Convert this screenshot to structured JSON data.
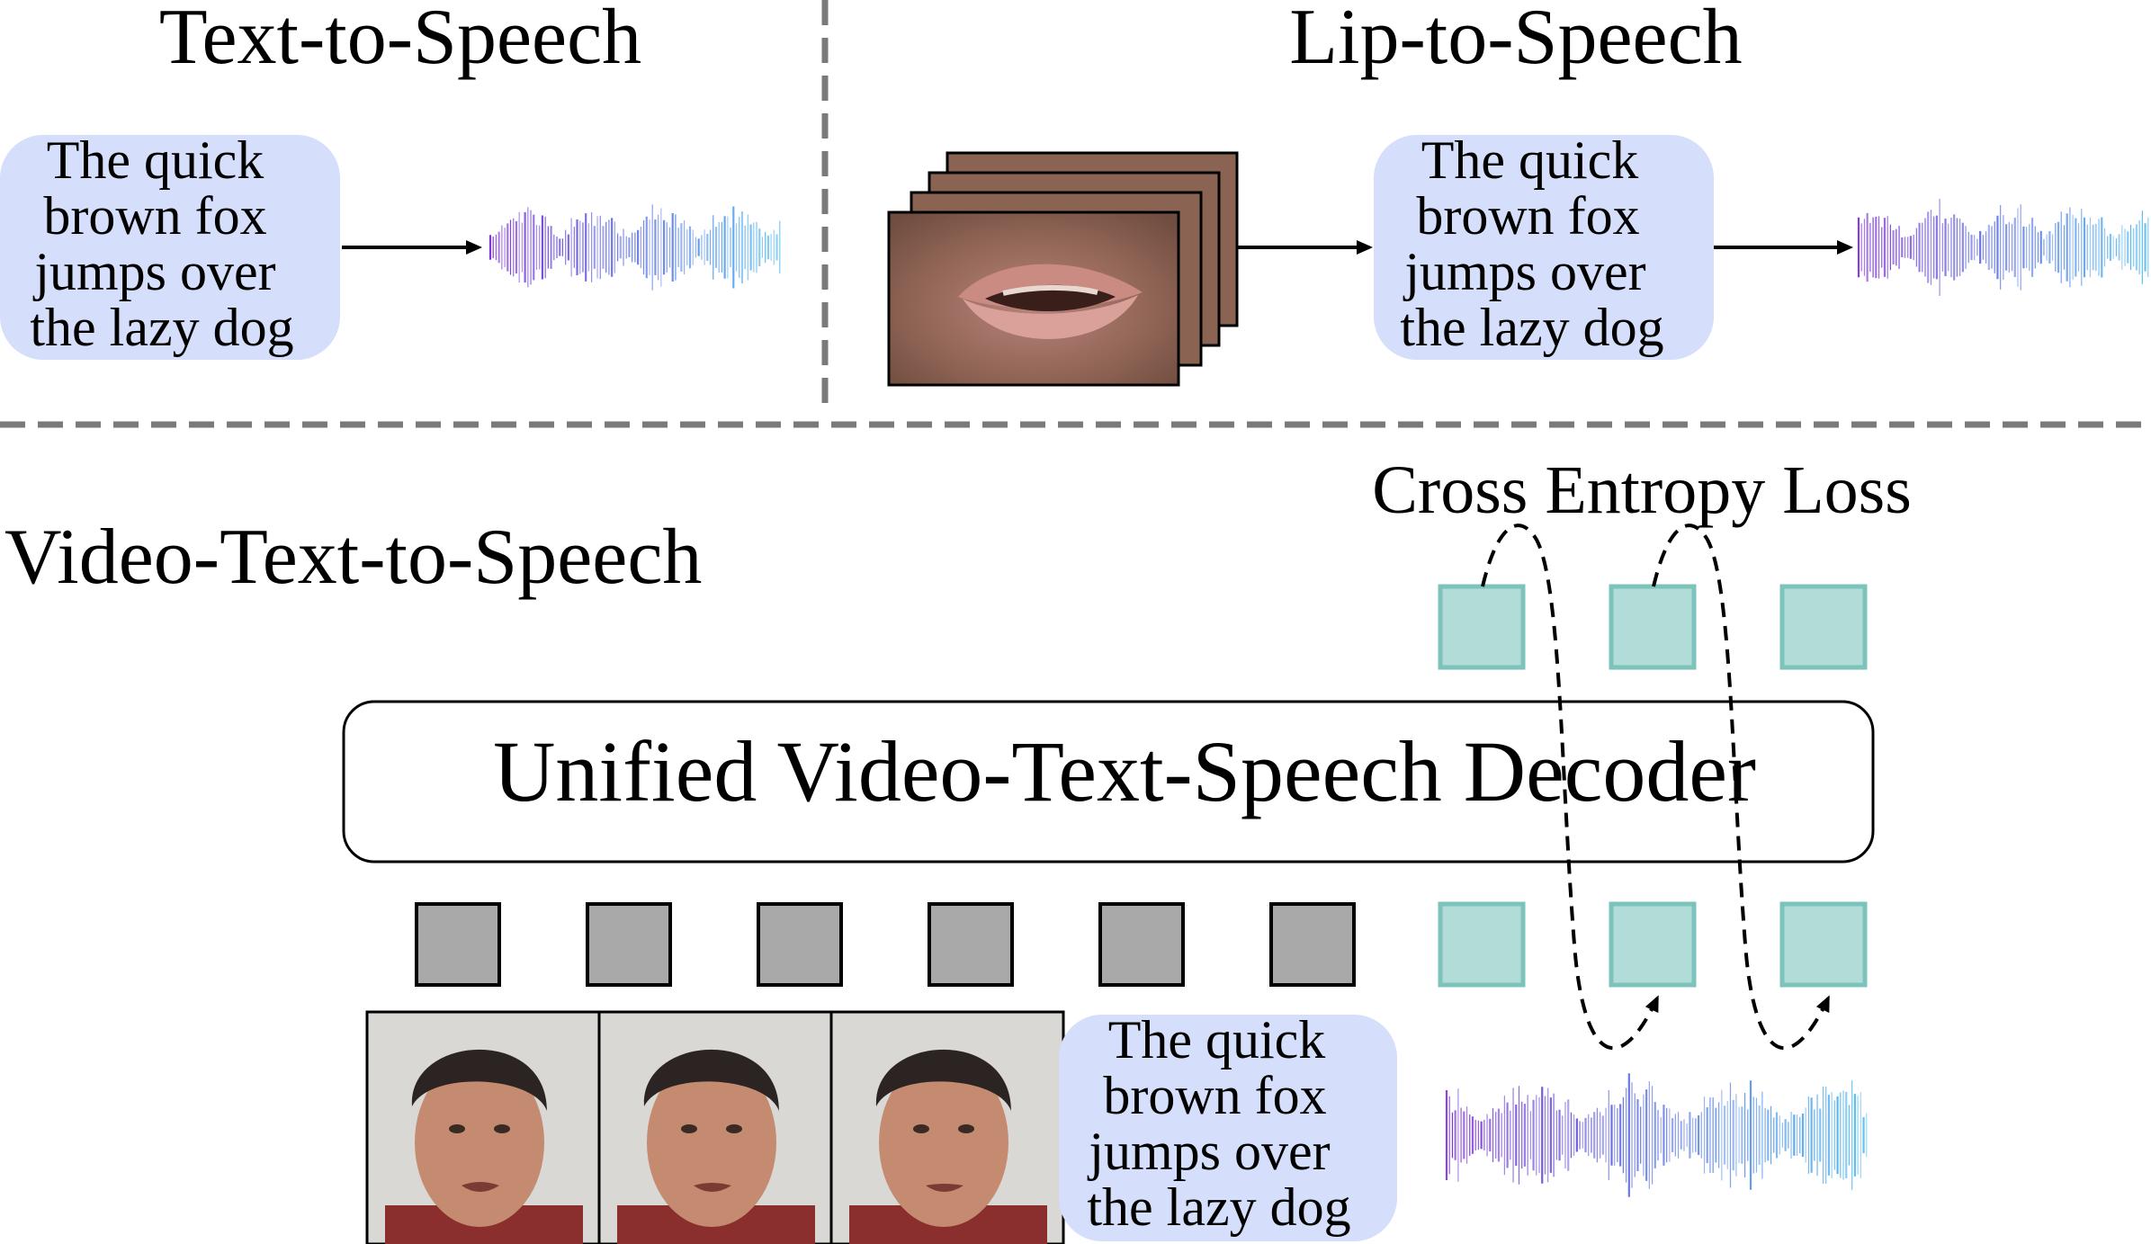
{
  "sections": {
    "tts_title": "Text-to-Speech",
    "lts_title": "Lip-to-Speech",
    "vtts_title": "Video-Text-to-Speech"
  },
  "sample_text_lines": [
    "The quick",
    "brown fox",
    "jumps over",
    "the lazy dog"
  ],
  "decoder_label": "Unified Video-Text-Speech Decoder",
  "loss_label": "Cross Entropy Loss",
  "colors": {
    "text_box_fill": "#d5defa",
    "video_token_fill": "#a9a9a9",
    "speech_token_fill": "#b2dcd7",
    "speech_token_stroke": "#7cc3bb",
    "divider": "#7a7a7a",
    "wave_start": "#7a2fd6",
    "wave_mid": "#6f7fe6",
    "wave_end": "#58c0f2"
  },
  "icons": {
    "waveform": "audio-waveform-icon",
    "lip_frames": "lip-video-frames",
    "face_frames": "face-video-frames"
  },
  "token_counts": {
    "video_tokens": 6,
    "speech_input_tokens": 3,
    "speech_output_tokens": 3
  }
}
